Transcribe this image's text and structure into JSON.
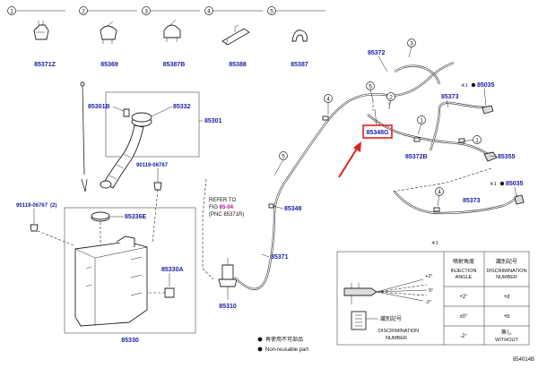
{
  "callouts": [
    {
      "num": "1",
      "part": "85371Z"
    },
    {
      "num": "2",
      "part": "85369"
    },
    {
      "num": "3",
      "part": "85387B"
    },
    {
      "num": "4",
      "part": "85388"
    },
    {
      "num": "5",
      "part": "85387"
    }
  ],
  "parts": {
    "p85372": "85372",
    "p85373a": "85373",
    "p85035a": "85035",
    "p85301b": "85301B",
    "p85332": "85332",
    "p85301": "85301",
    "p85348g": "85348G",
    "p85372b": "85372B",
    "p85355": "85355",
    "p90119_06767": "90119-06767",
    "p90119_06767_2": "90119-06767",
    "qty2": "(2)",
    "p85336e": "85336E",
    "p85348": "85348",
    "p85035b": "85035",
    "p85373b": "85373",
    "p85371": "85371",
    "p85330a": "85330A",
    "p85310": "85310",
    "p85330": "85330"
  },
  "markers": {
    "m1": "1",
    "m2": "2",
    "m3": "3",
    "m4": "4",
    "m5": "5",
    "m6": "5",
    "m7": "1"
  },
  "asterisk": {
    "a": "※1",
    "b": "※1",
    "c": "※1"
  },
  "refer": {
    "line1": "REFER TO",
    "fig_prefix": "FIG ",
    "fig_num": "85-04",
    "line3": "(PNC 85371R)"
  },
  "legend": {
    "jp_non_reuse": "再使用不可部品",
    "non_reuse": "Non-reusable part"
  },
  "table": {
    "col1_jp": "噴射角度",
    "col1_en1": "INJECTION",
    "col1_en2": "ANGLE",
    "col2_jp": "識別記号",
    "col2_en1": "DISCRIMINATION",
    "col2_en2": "NUMBER",
    "rows": [
      {
        "angle": "+2°",
        "code": "+d"
      },
      {
        "angle": "±0°",
        "code": "+b"
      },
      {
        "angle": "-2°",
        "code_jp": "無し",
        "code": "WITHOUT"
      }
    ],
    "angle_labels": [
      "+2°",
      "0°",
      "-2°"
    ],
    "ident_jp": "識別記号",
    "ident_en1": "DISCRIMINATION",
    "ident_en2": "NUMBER"
  },
  "diagram_id": "854014B",
  "colors": {
    "part_blue": "#1a1aa6",
    "highlight": "#e02020",
    "ref_magenta": "#b0148a"
  }
}
